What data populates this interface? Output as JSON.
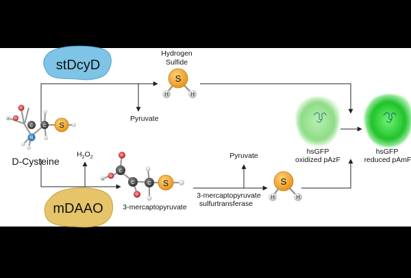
{
  "labels": {
    "d_cysteine": "D-Cysteine",
    "hydrogen_sulfide_line1": "Hydrogen",
    "hydrogen_sulfide_line2": "Sulfide",
    "pyruvate_top": "Pyruvate",
    "h2o2_h": "H",
    "h2o2_sub1": "2",
    "h2o2_o": "O",
    "h2o2_sub2": "2",
    "three_mp": "3-mercaptopyruvate",
    "pyruvate_bottom": "Pyruvate",
    "mst_line1": "3-mercaptopyruvate",
    "mst_line2": "sulfurtransferase",
    "gfp_ox_line1": "hsGFP",
    "gfp_ox_line2": "oxidized pAzF",
    "gfp_red_line1": "hsGFP",
    "gfp_red_line2": "reduced pAmF"
  },
  "enzymes": {
    "stdcyd": "stDcyD",
    "mdaao": "mDAAO"
  },
  "atoms": {
    "sulfur": "S",
    "carbon": "C",
    "oxygen": "O",
    "nitrogen": "N",
    "hydrogen": "H"
  },
  "colors": {
    "background": "#000000",
    "panel": "#ffffff",
    "stdcyd_blob": "#7ec4e6",
    "mdaao_blob": "#e6c46a",
    "sulfur_atom": "#f2a531",
    "carbon_atom": "#4a4a4a",
    "oxygen_atom": "#d94343",
    "nitrogen_atom": "#2f7fbf",
    "hydrogen_atom": "#e0e0e0",
    "gfp_oxidized": "#9fe59a",
    "gfp_reduced": "#2fce3a"
  }
}
